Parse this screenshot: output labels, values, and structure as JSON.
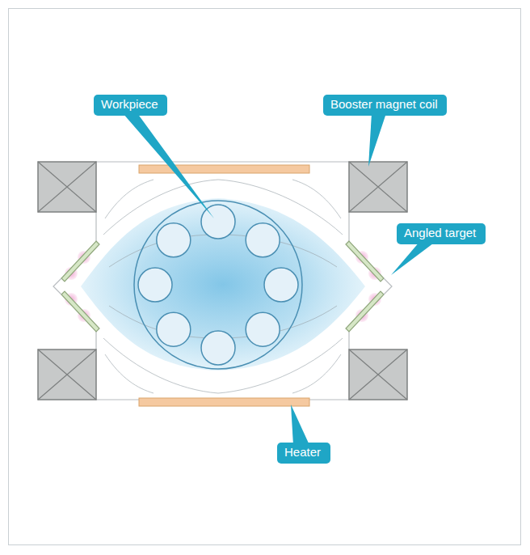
{
  "diagram": {
    "nodes": [
      {
        "text": [
          "Workpiece"
        ]
      },
      {
        "text": [
          "Booster magnet coil"
        ]
      },
      {
        "text": [
          "Angled target"
        ]
      },
      {
        "text": [
          "Heater"
        ]
      }
    ]
  }
}
